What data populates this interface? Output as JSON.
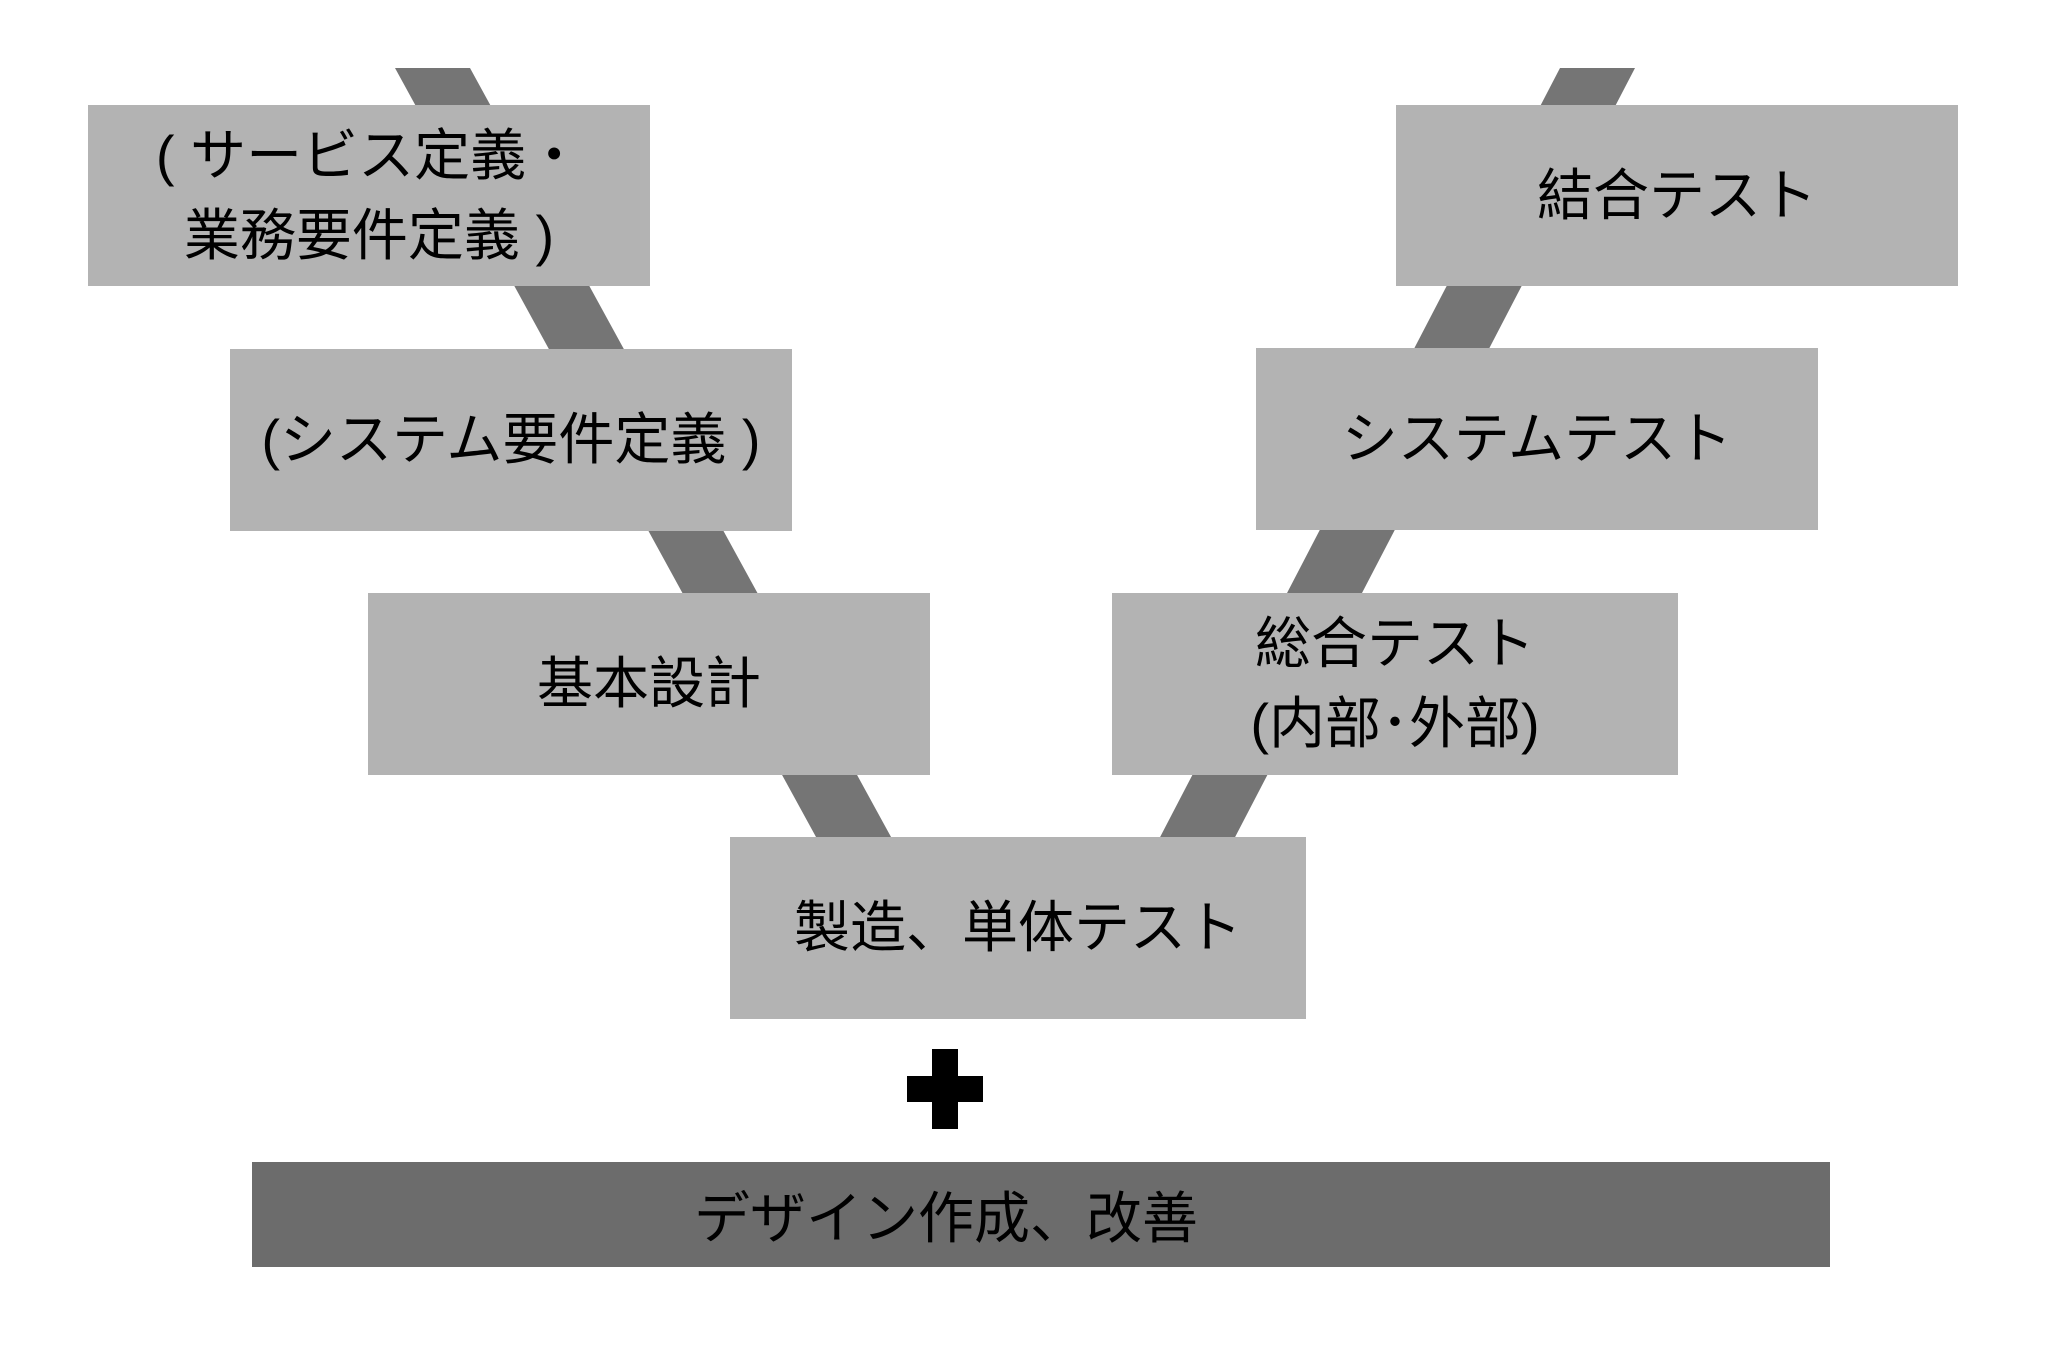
{
  "colors": {
    "background": "#ffffff",
    "box_fill": "#b3b3b3",
    "connector_fill": "#757575",
    "bar_fill": "#6c6c6c",
    "text": "#000000"
  },
  "v_model": {
    "left": [
      {
        "label_lines": [
          "( サービス定義・",
          "業務要件定義 )"
        ]
      },
      {
        "label_lines": [
          "(システム要件定義 )"
        ]
      },
      {
        "label_lines": [
          "基本設計"
        ]
      }
    ],
    "bottom": {
      "label_lines": [
        "製造、単体テスト"
      ]
    },
    "right": [
      {
        "label_lines": [
          "結合テスト"
        ]
      },
      {
        "label_lines": [
          "システムテスト"
        ]
      },
      {
        "label_lines": [
          "総合テスト",
          "(内部･外部)"
        ]
      }
    ]
  },
  "plus_sign": "+",
  "design_bar": {
    "label": "デザイン作成、改善"
  }
}
